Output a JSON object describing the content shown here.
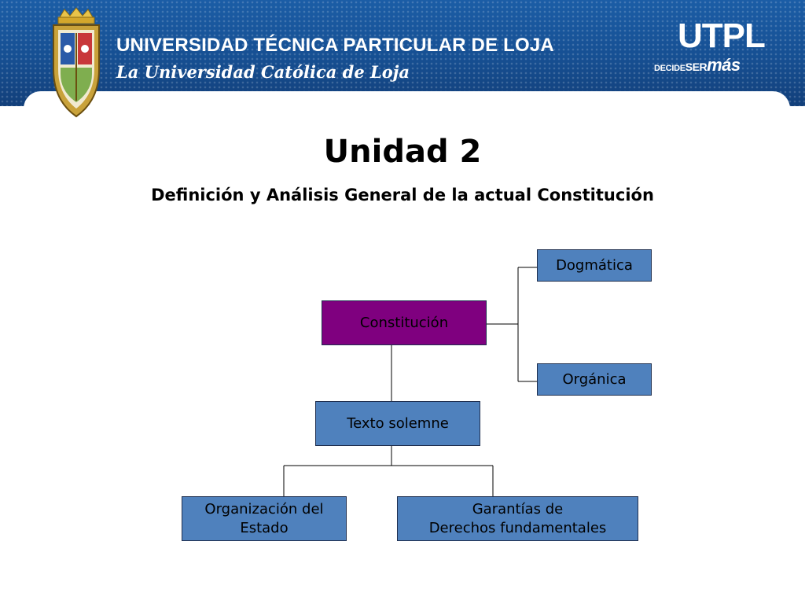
{
  "header": {
    "university_name": "UNIVERSIDAD TÉCNICA PARTICULAR DE LOJA",
    "tagline": "La Universidad Católica de Loja",
    "brand": "UTPL",
    "slogan_decide": "DECIDE",
    "slogan_ser": "SER",
    "slogan_mas": "más",
    "logo_icon": "university-crest-icon",
    "brand_color": "#1b5da6"
  },
  "slide": {
    "title": "Unidad 2",
    "subtitle": "Definición y Análisis General de la actual Constitución"
  },
  "diagram": {
    "root": "Constitución",
    "right_children": [
      "Dogmática",
      "Orgánica"
    ],
    "middle": "Texto solemne",
    "bottom_children": [
      "Organización del\nEstado",
      "Garantías de\nDerechos fundamentales"
    ],
    "colors": {
      "root": "#7f007f",
      "node": "#4f81bd",
      "line": "#000000"
    }
  }
}
